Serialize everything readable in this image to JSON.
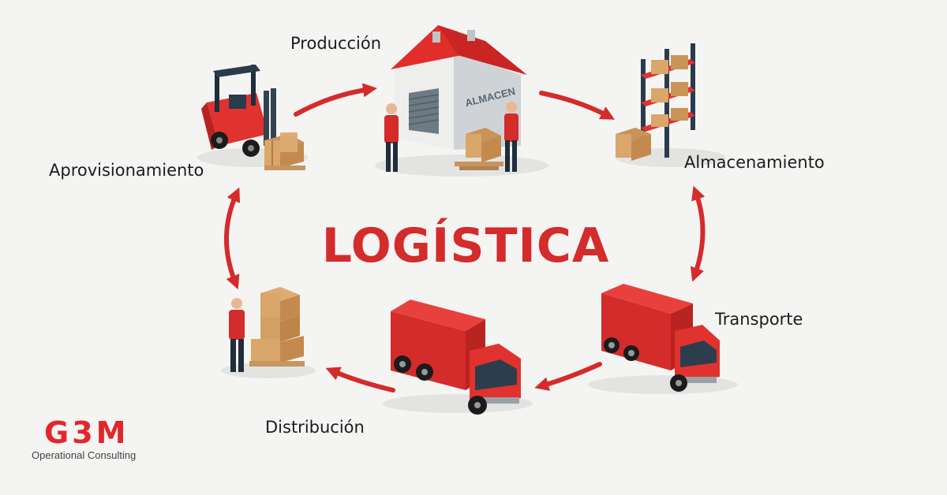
{
  "title": "LOGÍSTICA",
  "stages": {
    "produccion": "Producción",
    "almacenamiento": "Almacenamiento",
    "transporte": "Transporte",
    "distribucion": "Distribución",
    "aprovisionamiento": "Aprovisionamiento"
  },
  "warehouse_sign": "ALMACEN",
  "brand": {
    "logo_text": "G3M",
    "tagline": "Operational Consulting"
  },
  "colors": {
    "accent": "#d42b2b",
    "box": "#d9a66b",
    "text": "#1c1c1c"
  },
  "icons": [
    "forklift-icon",
    "warehouse-icon",
    "shelving-icon",
    "truck-icon",
    "boxes-stack-icon",
    "worker-icon"
  ]
}
